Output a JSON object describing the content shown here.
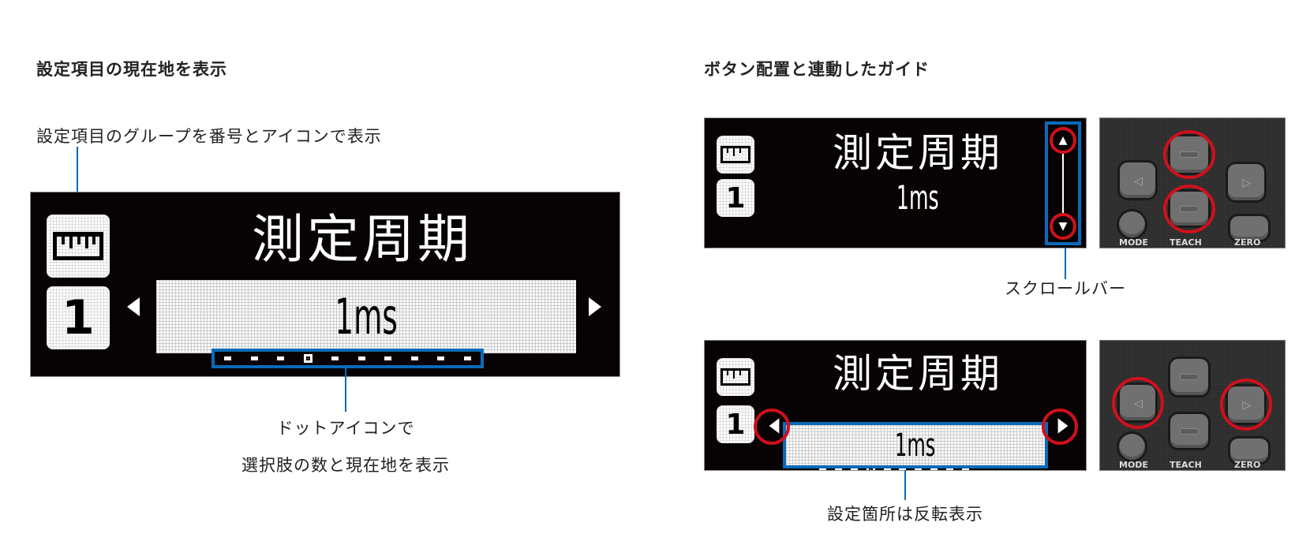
{
  "left": {
    "heading": "設定項目の現在地を表示",
    "group_note": "設定項目のグループを番号とアイコンで表示",
    "display": {
      "group_icon": "ruler-icon",
      "group_number": "1",
      "title": "測定周期",
      "value": "1ms",
      "dot_count": 10,
      "dot_selected_index": 3
    },
    "dot_note_line1": "ドットアイコンで",
    "dot_note_line2": "選択肢の数と現在地を表示"
  },
  "right": {
    "heading": "ボタン配置と連動したガイド",
    "display1": {
      "group_icon": "ruler-icon",
      "group_number": "1",
      "title": "測定周期",
      "value": "1ms"
    },
    "scrollbar_note": "スクロールバー",
    "display2": {
      "group_icon": "ruler-icon",
      "group_number": "1",
      "title": "測定周期",
      "value": "1ms"
    },
    "highlight_note": "設定箇所は反転表示",
    "keypad": {
      "mode_label": "MODE",
      "teach_label": "TEACH",
      "zero_label": "ZERO"
    }
  },
  "colors": {
    "annotation_blue": "#0a6ab8",
    "highlight_red": "#d0101c",
    "display_bg": "#070304"
  }
}
